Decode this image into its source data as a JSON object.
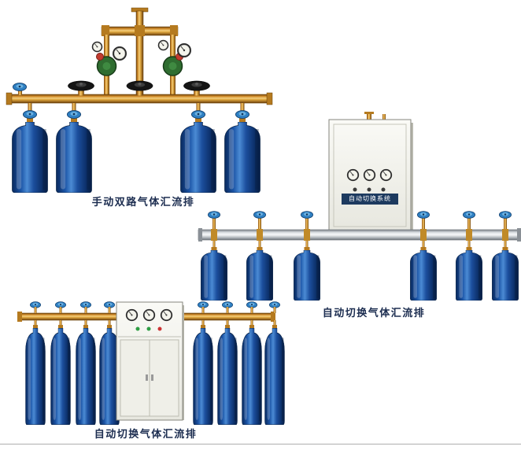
{
  "page": {
    "background": "#ffffff",
    "bottom_rule_color": "#adadad"
  },
  "figures": [
    {
      "caption": "手动双路气体汇流排"
    },
    {
      "caption": "自动切换气体汇流排",
      "cabinet_plate": "自动切换系统"
    },
    {
      "caption": "自动切换气体汇流排"
    }
  ],
  "palette": {
    "cylinder_blue": "#1b54a6",
    "brass": "#d08a28",
    "handwheel_blue": "#2e7fc2",
    "valve_black": "#151515",
    "cabinet_body": "#f2f2ec",
    "rail_silver": "#c7cbd0",
    "caption_text": "#1c2d50"
  }
}
